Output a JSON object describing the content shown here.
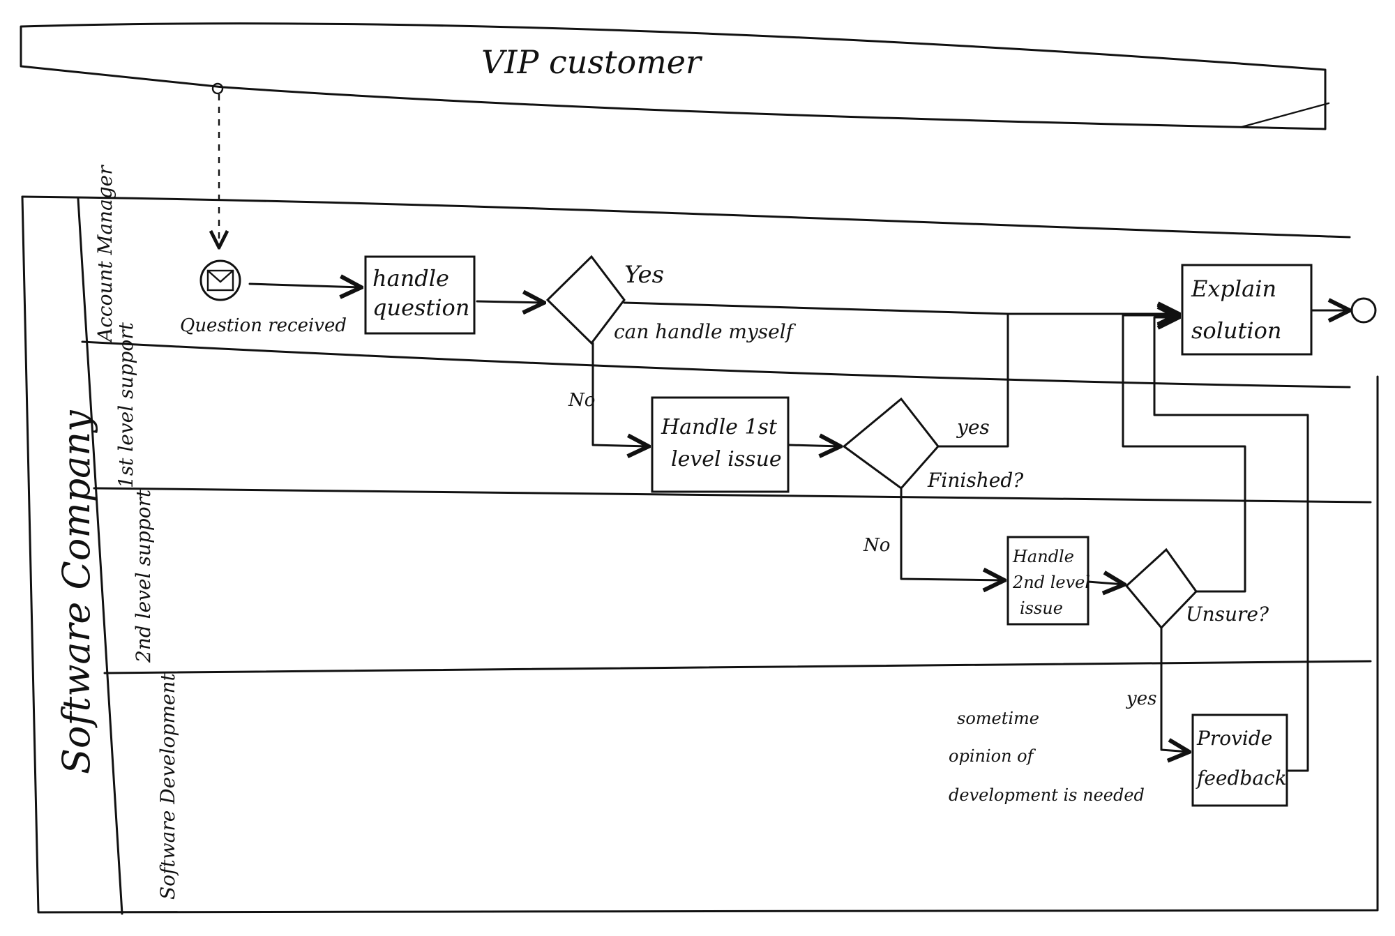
{
  "pool_customer": {
    "label": "VIP customer"
  },
  "pool_company": {
    "label": "Software Company"
  },
  "lanes": {
    "account_manager": "Account Manager",
    "first_level": "1st level support",
    "second_level": "2nd level support",
    "development": "Software Development"
  },
  "events": {
    "start": "Question received"
  },
  "tasks": {
    "handle_question_1": "handle",
    "handle_question_2": "question",
    "handle_first_1": "Handle 1st",
    "handle_first_2": "level issue",
    "handle_second_1": "Handle",
    "handle_second_2": "2nd level",
    "handle_second_3": "issue",
    "explain_1": "Explain",
    "explain_2": "solution",
    "feedback_1": "Provide",
    "feedback_2": "feedback"
  },
  "gateways": {
    "g1": "can handle myself",
    "g2": "Finished?",
    "g3": "Unsure?"
  },
  "flow_labels": {
    "yes_1": "Yes",
    "no_1": "No",
    "yes_2": "yes",
    "no_2": "No",
    "yes_3": "yes"
  },
  "annotation": {
    "line1": "sometime",
    "line2": "opinion of",
    "line3": "development is needed"
  }
}
